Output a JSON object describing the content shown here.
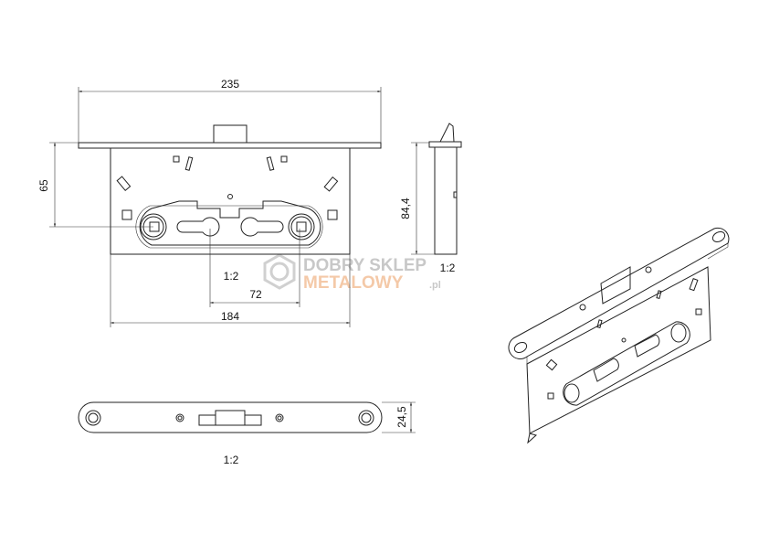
{
  "dimensions": {
    "overall_width": "235",
    "height_65": "65",
    "body_height": "84,4",
    "body_width": "184",
    "spacing": "72",
    "faceplate_width": "24,5"
  },
  "scales": {
    "front_view": "1:2",
    "side_view": "1:2",
    "faceplate_view": "1:2"
  },
  "watermark": {
    "line1": "DOBRY SKLEP",
    "line2": "METALOWY",
    "suffix": ".pl",
    "colors": {
      "gray": "#c8c8c8",
      "orange": "#f4c9a8"
    }
  }
}
